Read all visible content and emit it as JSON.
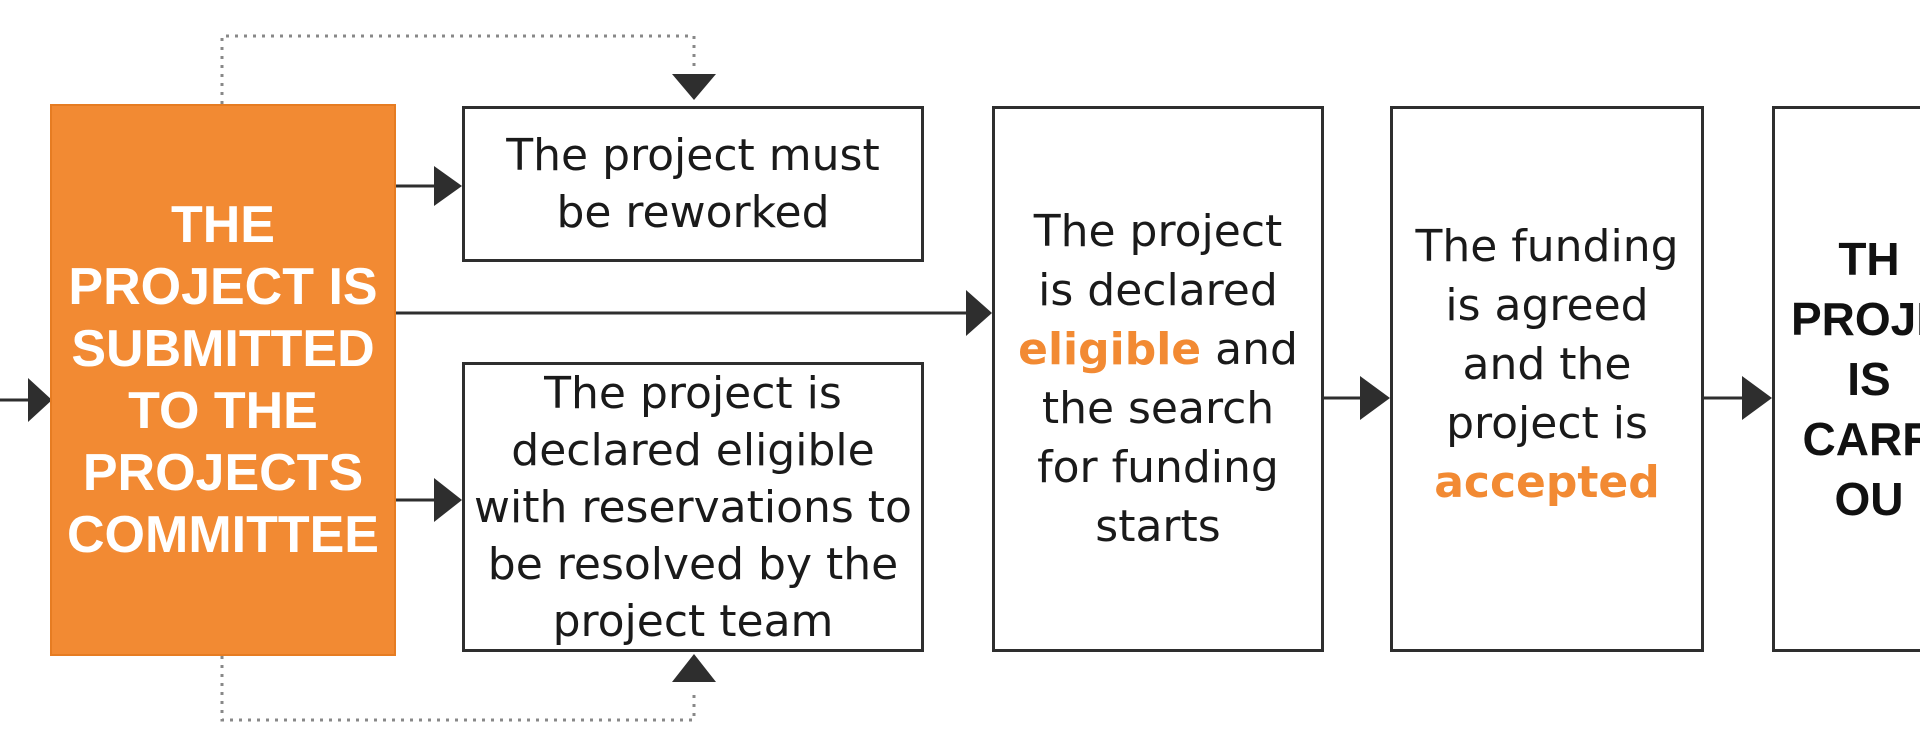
{
  "colors": {
    "accent": "#f28a33",
    "border": "#2e2e2e",
    "arrow": "#2e2e2e",
    "dotted": "#888888",
    "text": "#1a1a1a"
  },
  "committee": {
    "lines": [
      "THE",
      "PROJECT IS",
      "SUBMITTED",
      "TO THE",
      "PROJECTS",
      "COMMITTEE"
    ]
  },
  "rework": {
    "lines": [
      "The project must",
      "be reworked"
    ]
  },
  "reservations": {
    "lines": [
      "The project is",
      "declared eligible",
      "with reservations to",
      "be resolved by the",
      "project team"
    ]
  },
  "eligible": {
    "line1": "The project",
    "line2": "is declared",
    "highlight": "eligible",
    "line3_rest": " and",
    "line4": "the search",
    "line5": "for funding",
    "line6": "starts"
  },
  "funding": {
    "line1": "The funding",
    "line2": "is agreed",
    "line3": "and the",
    "line4": "project is",
    "highlight": "accepted"
  },
  "final": {
    "lines": [
      "TH",
      "PROJE",
      "IS",
      "CARR",
      "OU"
    ]
  }
}
